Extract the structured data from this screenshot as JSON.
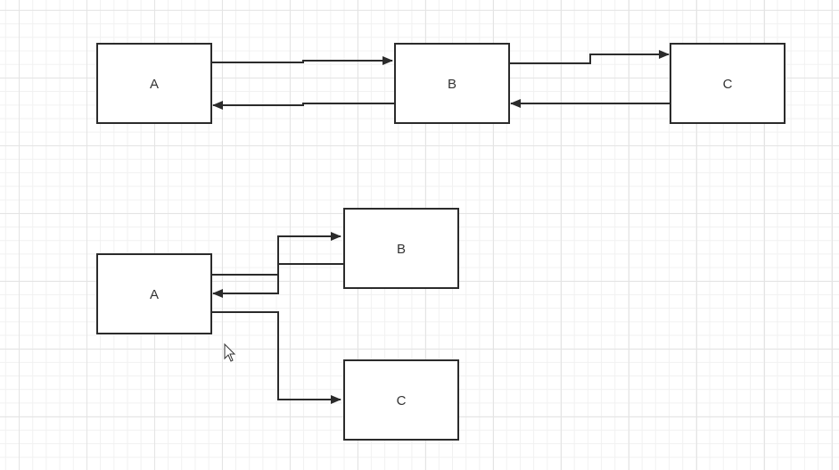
{
  "diagram_top": {
    "node_a": {
      "label": "A"
    },
    "node_b": {
      "label": "B"
    },
    "node_c": {
      "label": "C"
    }
  },
  "diagram_bottom": {
    "node_a": {
      "label": "A"
    },
    "node_b": {
      "label": "B"
    },
    "node_c": {
      "label": "C"
    }
  },
  "colors": {
    "stroke": "#2b2b2b",
    "grid_major": "#e4e4e4",
    "grid_minor": "#f1f1f1",
    "background": "#ffffff"
  }
}
